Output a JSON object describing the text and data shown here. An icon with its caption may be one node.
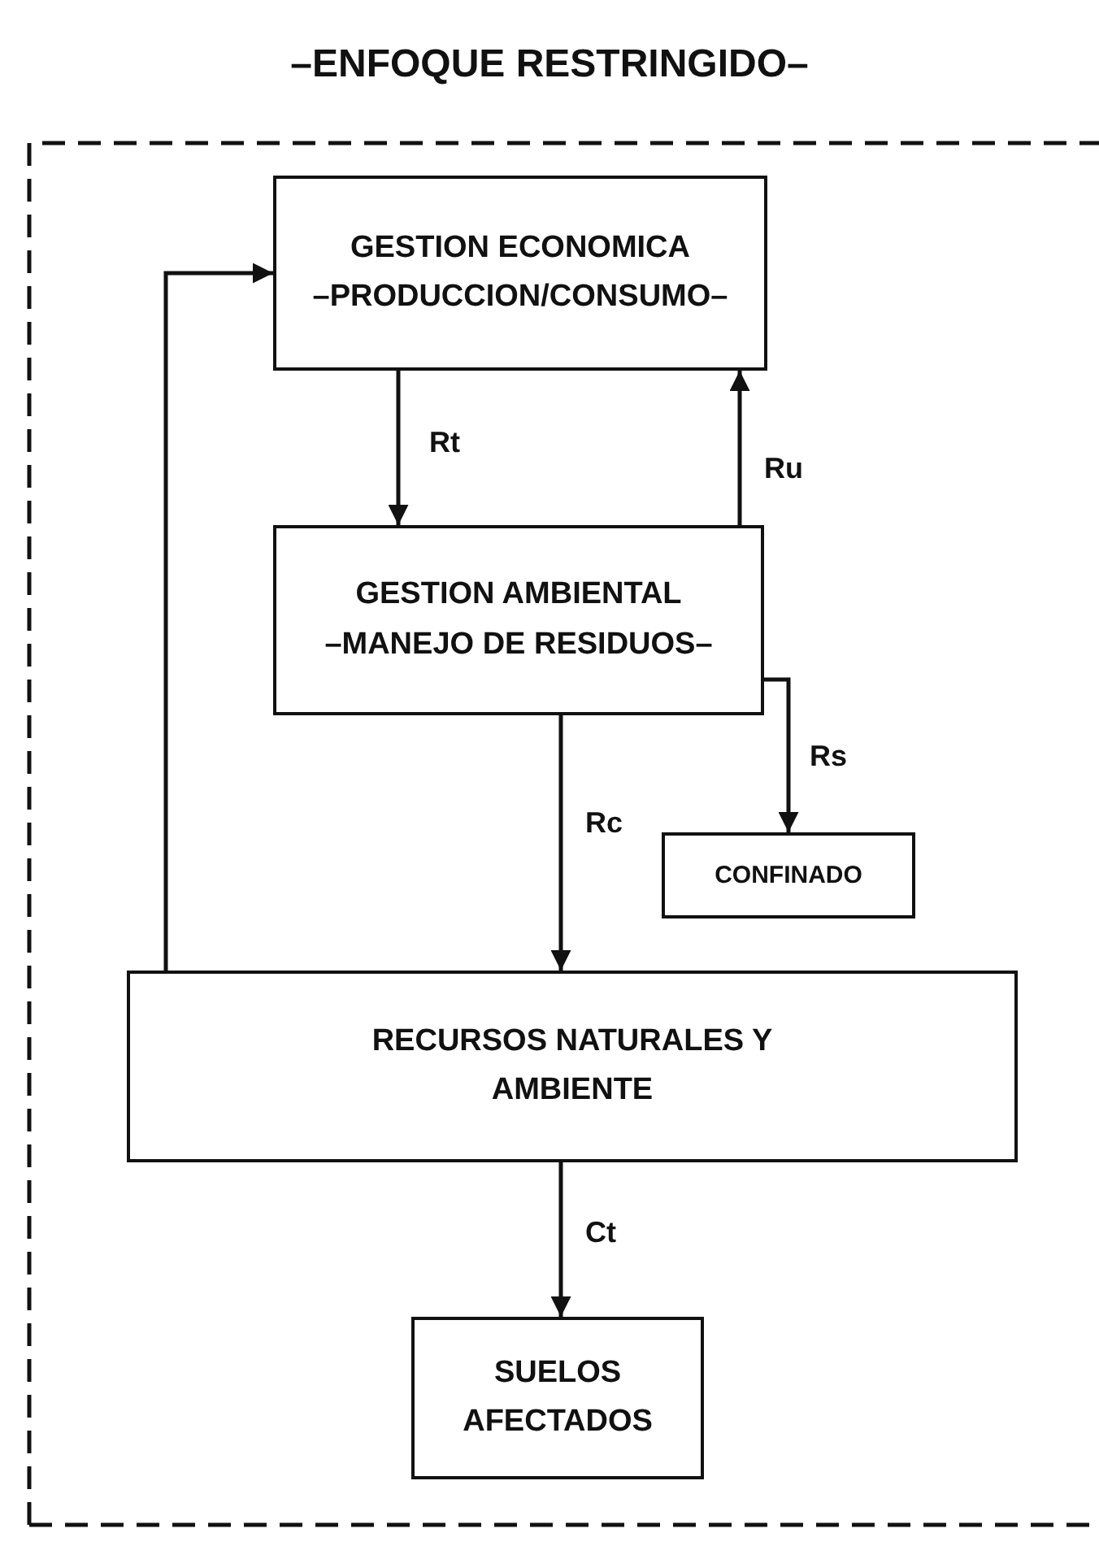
{
  "diagram": {
    "title": "–ENFOQUE RESTRINGIDO–",
    "nodes": [
      {
        "text": [
          "GESTION ECONOMICA",
          "–PRODUCCION/CONSUMO–"
        ]
      },
      {
        "text": [
          "GESTION AMBIENTAL",
          "–MANEJO DE RESIDUOS–"
        ]
      },
      {
        "text": [
          "CONFINADO"
        ]
      },
      {
        "text": [
          "RECURSOS NATURALES Y AMBIENTE"
        ]
      },
      {
        "text": [
          "SUELOS AFECTADOS"
        ]
      }
    ],
    "edges": [
      {
        "from": 0,
        "to": 1,
        "arrow": "to",
        "label": "Rt"
      },
      {
        "from": 1,
        "to": 0,
        "arrow": "to",
        "label": "Ru"
      },
      {
        "from": 1,
        "to": 2,
        "arrow": "to",
        "label": "Rs"
      },
      {
        "from": 1,
        "to": 3,
        "arrow": "to",
        "label": "Rc"
      },
      {
        "from": 3,
        "to": 0,
        "arrow": "to"
      },
      {
        "from": 3,
        "to": 4,
        "arrow": "to",
        "label": "Ct"
      }
    ]
  }
}
